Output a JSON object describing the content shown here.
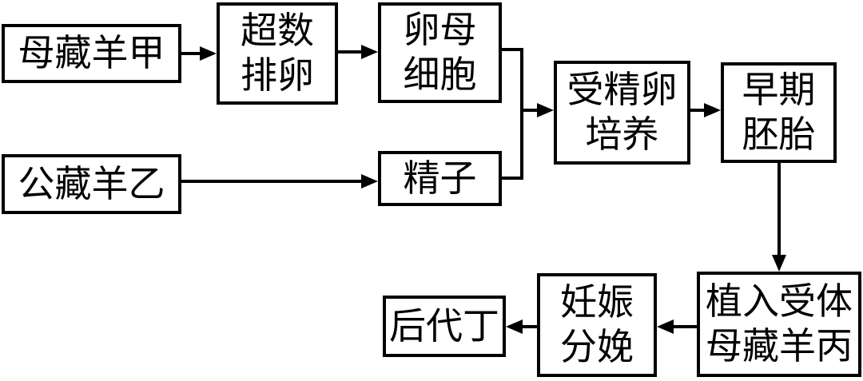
{
  "diagram": {
    "description": "Flowchart of sheep embryo transfer breeding process",
    "colors": {
      "line": "#000000",
      "box_border": "#000000",
      "box_fill": "#ffffff",
      "background": "#ffffff"
    },
    "nodes": {
      "ewe_a": {
        "label": "母藏羊甲"
      },
      "superovulation": {
        "lines": [
          "超数",
          "排卵"
        ]
      },
      "oocyte": {
        "lines": [
          "卵母",
          "细胞"
        ]
      },
      "ram_b": {
        "label": "公藏羊乙"
      },
      "sperm": {
        "label": "精子"
      },
      "fertilized_egg_culture": {
        "lines": [
          "受精卵",
          "培养"
        ]
      },
      "early_embryo": {
        "lines": [
          "早期",
          "胚胎"
        ]
      },
      "implant_recipient_ewe_c": {
        "lines": [
          "植入受体",
          "母藏羊丙"
        ]
      },
      "pregnancy_delivery": {
        "lines": [
          "妊娠",
          "分娩"
        ]
      },
      "offspring_d": {
        "label": "后代丁"
      }
    },
    "edges": [
      {
        "from": "ewe_a",
        "to": "superovulation"
      },
      {
        "from": "superovulation",
        "to": "oocyte"
      },
      {
        "from": "ram_b",
        "to": "sperm"
      },
      {
        "from": "oocyte",
        "to": "fertilized_egg_culture"
      },
      {
        "from": "sperm",
        "to": "fertilized_egg_culture"
      },
      {
        "from": "fertilized_egg_culture",
        "to": "early_embryo"
      },
      {
        "from": "early_embryo",
        "to": "implant_recipient_ewe_c"
      },
      {
        "from": "implant_recipient_ewe_c",
        "to": "pregnancy_delivery"
      },
      {
        "from": "pregnancy_delivery",
        "to": "offspring_d"
      }
    ]
  }
}
